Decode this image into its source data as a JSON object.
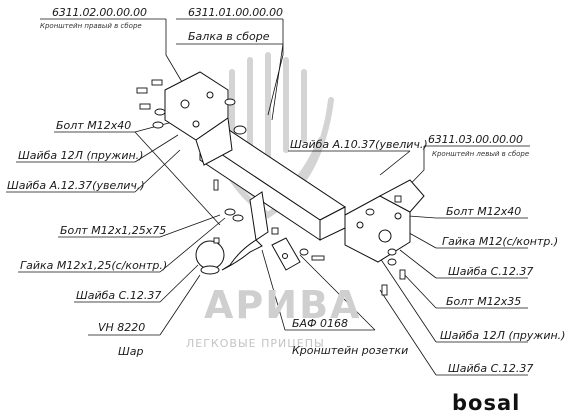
{
  "callouts": {
    "right_bracket_code": "6311.02.00.00.00",
    "right_bracket_desc": "Кронштейн правый в сборе",
    "beam_code": "6311.01.00.00.00",
    "beam_desc": "Балка в сборе",
    "left_bracket_code": "6311.03.00.00.00",
    "left_bracket_desc": "Кронштейн левый в сборе",
    "bolt_m12x40_left": "Болт М12х40",
    "washer_12l_left": "Шайба 12Л (пружин.)",
    "washer_a1237": "Шайба А.12.37(увелич.)",
    "washer_a1037": "Шайба А.10.37(увелич.)",
    "bolt_m12x125x75": "Болт М12х1,25х75",
    "nut_m12x125": "Гайка М12х1,25(с/контр.)",
    "washer_c1237_left": "Шайба С.12.37",
    "ball": "VH 8220",
    "ball_desc": "Шар",
    "socket_bracket_code": "БАФ 0168",
    "socket_bracket_desc": "Кронштейн розетки",
    "bolt_m12x40_right": "Болт М12х40",
    "nut_m12_right": "Гайка М12(с/контр.)",
    "washer_c1237_right_1": "Шайба С.12.37",
    "bolt_m12x35": "Болт М12х35",
    "washer_12l_right": "Шайба 12Л (пружин.)",
    "washer_c1237_right_2": "Шайба С.12.37"
  },
  "watermark": {
    "title": "АРИВА",
    "subtitle": "ЛЕГКОВЫЕ ПРИЦЕПЫ"
  },
  "brand": "bosal"
}
